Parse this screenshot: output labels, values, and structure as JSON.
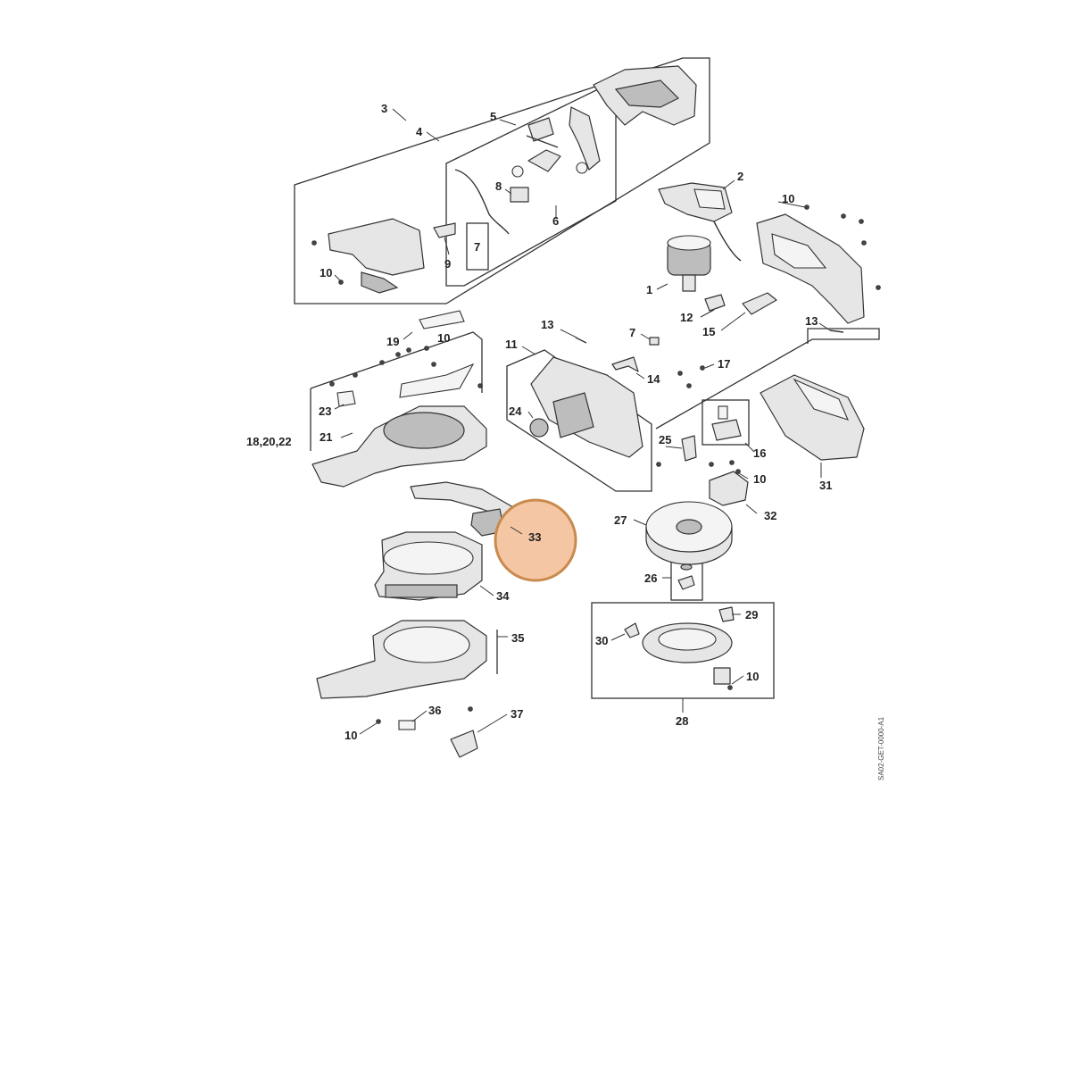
{
  "highlight": {
    "label": "33",
    "color": "#f4c6a4",
    "border": "#c98a4e"
  },
  "document_id": "SA02-GET-0000-A1",
  "callouts": [
    {
      "id": "c3",
      "text": "3"
    },
    {
      "id": "c4",
      "text": "4"
    },
    {
      "id": "c5",
      "text": "5"
    },
    {
      "id": "c8",
      "text": "8"
    },
    {
      "id": "c6",
      "text": "6"
    },
    {
      "id": "c7a",
      "text": "7"
    },
    {
      "id": "c9",
      "text": "9"
    },
    {
      "id": "c10a",
      "text": "10"
    },
    {
      "id": "c2",
      "text": "2"
    },
    {
      "id": "c10b",
      "text": "10"
    },
    {
      "id": "c1",
      "text": "1"
    },
    {
      "id": "c12",
      "text": "12"
    },
    {
      "id": "c15",
      "text": "15"
    },
    {
      "id": "c13a",
      "text": "13"
    },
    {
      "id": "c13b",
      "text": "13"
    },
    {
      "id": "c7b",
      "text": "7"
    },
    {
      "id": "c19",
      "text": "19"
    },
    {
      "id": "c10c",
      "text": "10"
    },
    {
      "id": "c11",
      "text": "11"
    },
    {
      "id": "c14",
      "text": "14"
    },
    {
      "id": "c17",
      "text": "17"
    },
    {
      "id": "c23",
      "text": "23"
    },
    {
      "id": "c24",
      "text": "24"
    },
    {
      "id": "c182022",
      "text": "18,20,22"
    },
    {
      "id": "c21",
      "text": "21"
    },
    {
      "id": "c25",
      "text": "25"
    },
    {
      "id": "c16",
      "text": "16"
    },
    {
      "id": "c10d",
      "text": "10"
    },
    {
      "id": "c31",
      "text": "31"
    },
    {
      "id": "c32",
      "text": "32"
    },
    {
      "id": "c27",
      "text": "27"
    },
    {
      "id": "c34",
      "text": "34"
    },
    {
      "id": "c26",
      "text": "26"
    },
    {
      "id": "c29",
      "text": "29"
    },
    {
      "id": "c30",
      "text": "30"
    },
    {
      "id": "c35",
      "text": "35"
    },
    {
      "id": "c10e",
      "text": "10"
    },
    {
      "id": "c28",
      "text": "28"
    },
    {
      "id": "c36",
      "text": "36"
    },
    {
      "id": "c37",
      "text": "37"
    },
    {
      "id": "c10f",
      "text": "10"
    }
  ]
}
